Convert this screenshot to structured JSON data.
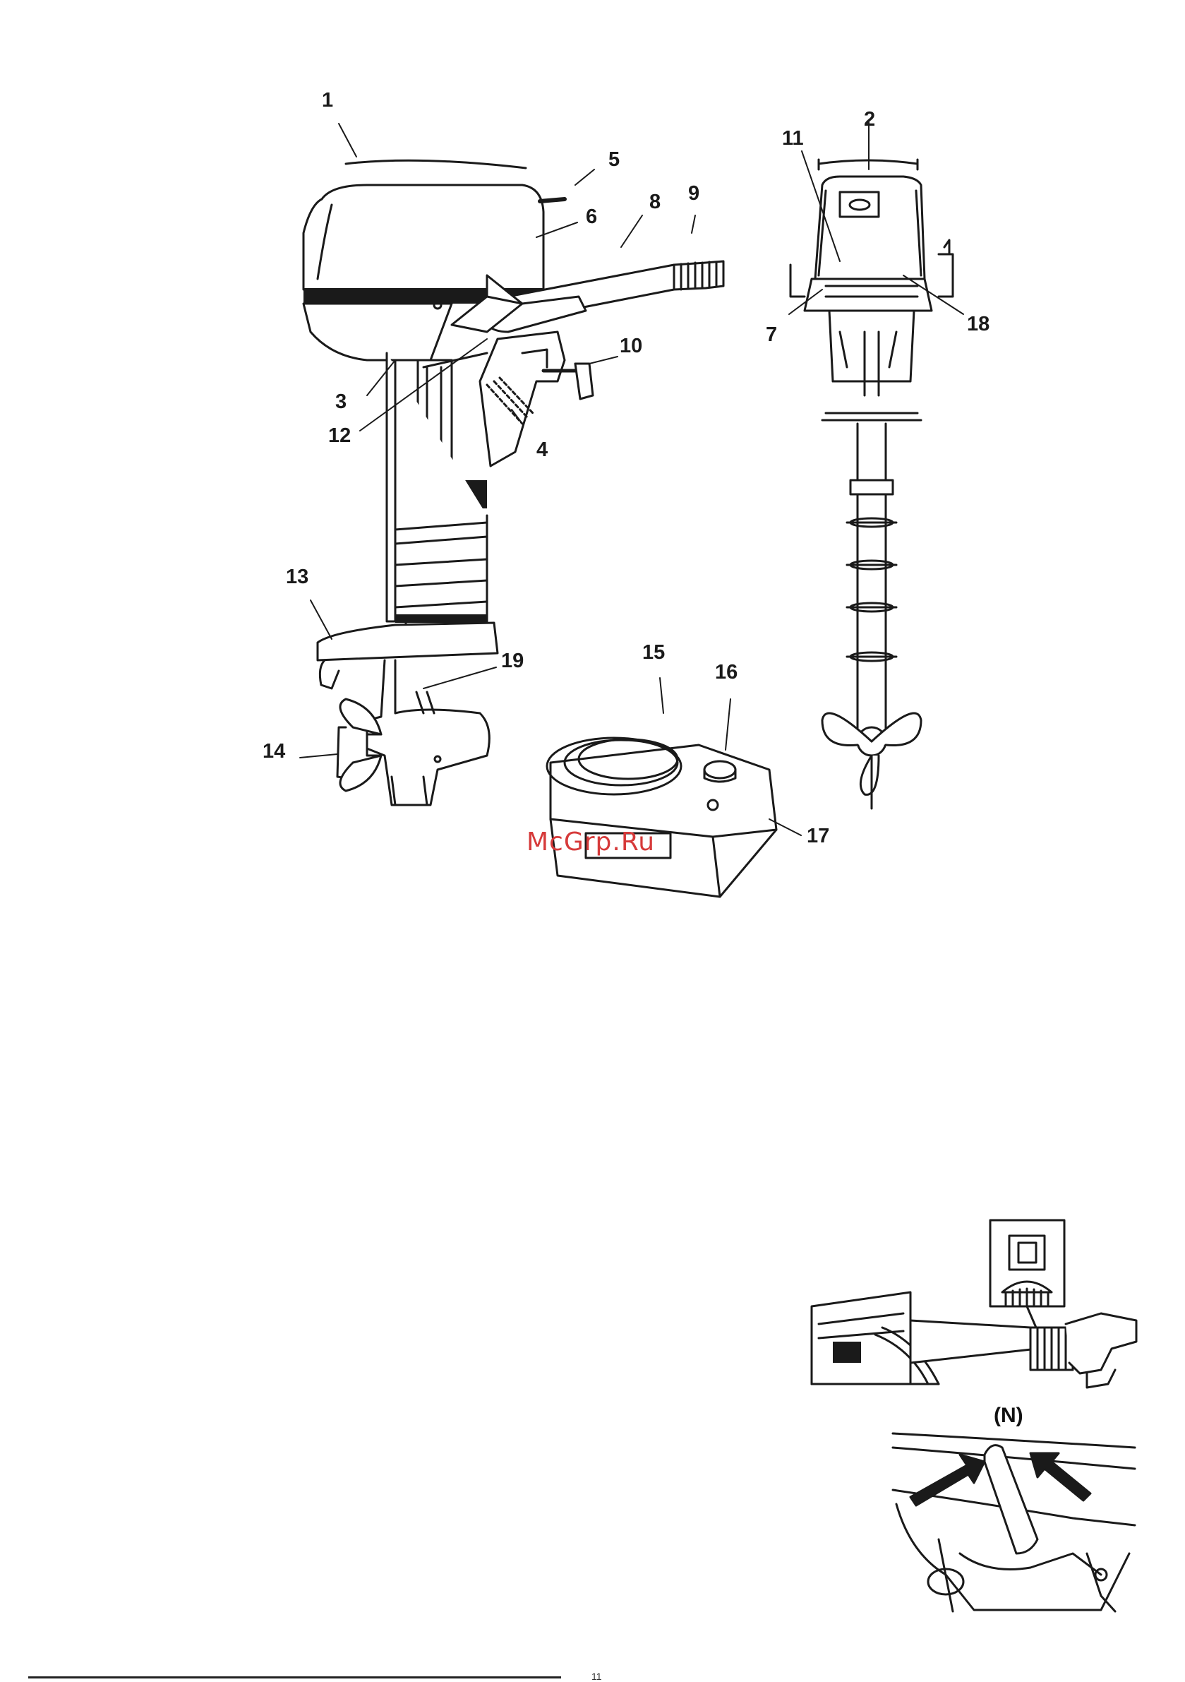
{
  "callouts": [
    "1",
    "2",
    "3",
    "4",
    "5",
    "6",
    "7",
    "8",
    "9",
    "10",
    "11",
    "12",
    "13",
    "14",
    "15",
    "16",
    "17",
    "18",
    "19"
  ],
  "watermark": "McGrp.Ru",
  "inset_label": "(N)",
  "footer_mark": "11",
  "colors": {
    "line": "#1a1a1a",
    "watermark": "#d63a3a",
    "paper": "#ffffff"
  }
}
